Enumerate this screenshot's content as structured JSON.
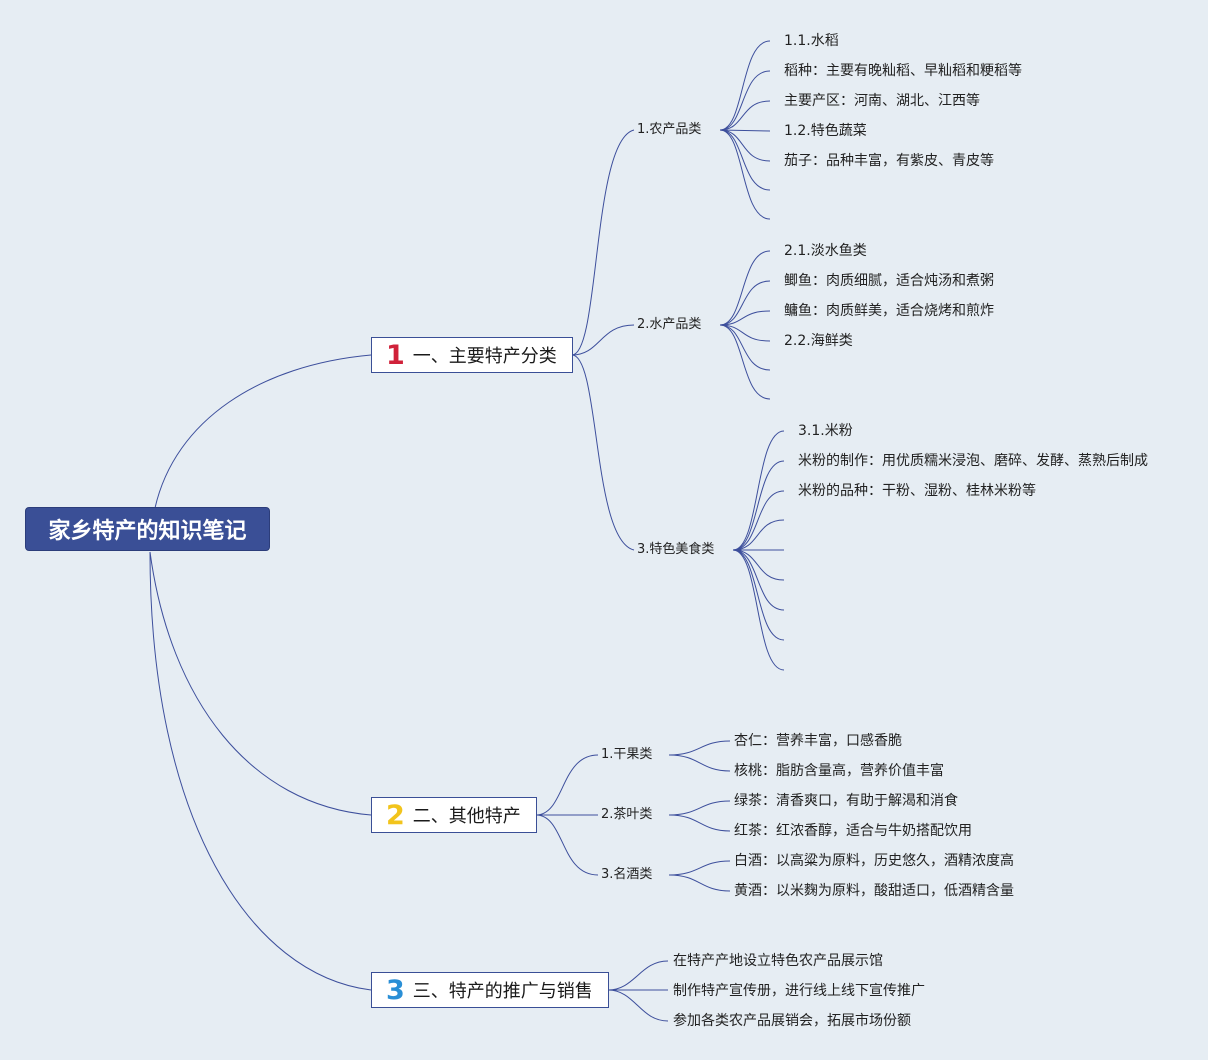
{
  "root": {
    "title": "家乡特产的知识笔记"
  },
  "topics": [
    {
      "number": "1",
      "number_color": "#d0213a",
      "label": "一、主要特产分类",
      "subs": [
        {
          "label": "1.农产品类",
          "leaves": [
            "1.1.水稻",
            "稻种：主要有晚籼稻、早籼稻和粳稻等",
            "主要产区：河南、湖北、江西等",
            "1.2.特色蔬菜",
            "茄子：品种丰富，有紫皮、青皮等"
          ]
        },
        {
          "label": "2.水产品类",
          "leaves": [
            "2.1.淡水鱼类",
            "鲫鱼：肉质细腻，适合炖汤和煮粥",
            "鳙鱼：肉质鲜美，适合烧烤和煎炸",
            "2.2.海鲜类"
          ]
        },
        {
          "label": "3.特色美食类",
          "leaves": [
            "3.1.米粉",
            "米粉的制作：用优质糯米浸泡、磨碎、发酵、蒸熟后制成",
            "米粉的品种：干粉、湿粉、桂林米粉等"
          ]
        }
      ]
    },
    {
      "number": "2",
      "number_color": "#f2c41c",
      "label": "二、其他特产",
      "subs": [
        {
          "label": "1.干果类",
          "leaves": [
            "杏仁：营养丰富，口感香脆",
            "核桃：脂肪含量高，营养价值丰富"
          ]
        },
        {
          "label": "2.茶叶类",
          "leaves": [
            "绿茶：清香爽口，有助于解渴和消食",
            "红茶：红浓香醇，适合与牛奶搭配饮用"
          ]
        },
        {
          "label": "3.名酒类",
          "leaves": [
            "白酒：以高粱为原料，历史悠久，酒精浓度高",
            "黄酒：以米麴为原料，酸甜适口，低酒精含量"
          ]
        }
      ]
    },
    {
      "number": "3",
      "number_color": "#2a8fd6",
      "label": "三、特产的推广与销售",
      "leaves": [
        "在特产产地设立特色农产品展示馆",
        "制作特产宣传册，进行线上线下宣传推广",
        "参加各类农产品展销会，拓展市场份额"
      ]
    }
  ],
  "colors": {
    "background": "#e6edf3",
    "root_fill": "#3a4f96",
    "line": "#3d4f9c"
  }
}
